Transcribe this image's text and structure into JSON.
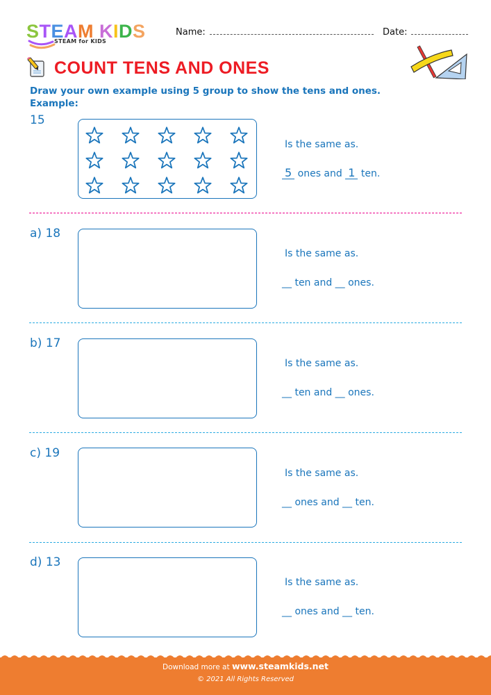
{
  "header": {
    "logo": {
      "letters": [
        {
          "ch": "S",
          "color": "#8cc63f"
        },
        {
          "ch": "T",
          "color": "#a855f7"
        },
        {
          "ch": "E",
          "color": "#4a90e2"
        },
        {
          "ch": "A",
          "color": "#a855f7"
        },
        {
          "ch": "M",
          "color": "#ee7d30"
        },
        {
          "ch": " ",
          "color": "#ffffff"
        },
        {
          "ch": "K",
          "color": "#c86dd7"
        },
        {
          "ch": "I",
          "color": "#f7c21a"
        },
        {
          "ch": "D",
          "color": "#3cb44b"
        },
        {
          "ch": "S",
          "color": "#f4a460"
        }
      ],
      "tagline": "STEAM for KIDS"
    },
    "name_label": "Name:",
    "date_label": "Date:"
  },
  "title": "COUNT TENS AND ONES",
  "instruction": "Draw your own example using 5 group to show the tens and ones.",
  "example_label": "Example:",
  "example": {
    "number": "15",
    "star_count": 15,
    "same_as": "Is the same as.",
    "answer_ones": "5",
    "answer_mid": " ones and ",
    "answer_tens": "1",
    "answer_end": " ten."
  },
  "questions": [
    {
      "label": "a)  18",
      "same_as": "Is the same as.",
      "answer": "__ ten and __ ones."
    },
    {
      "label": "b)  17",
      "same_as": "Is the same as.",
      "answer": "__ ten and __ ones."
    },
    {
      "label": "c)  19",
      "same_as": "Is the same as.",
      "answer": "__ ones and __ ten."
    },
    {
      "label": "d)  13",
      "same_as": "Is the same as.",
      "answer": "__ ones and __ ten."
    }
  ],
  "colors": {
    "accent_blue": "#1a75bb",
    "title_red": "#ed1c24",
    "divider_pink": "#ec008c",
    "divider_blue": "#29abe2",
    "footer_orange": "#ee7d30"
  },
  "footer": {
    "download_prefix": "Download more at ",
    "site": "www.steamkids.net",
    "copyright": "© 2021 All Rights Reserved"
  }
}
